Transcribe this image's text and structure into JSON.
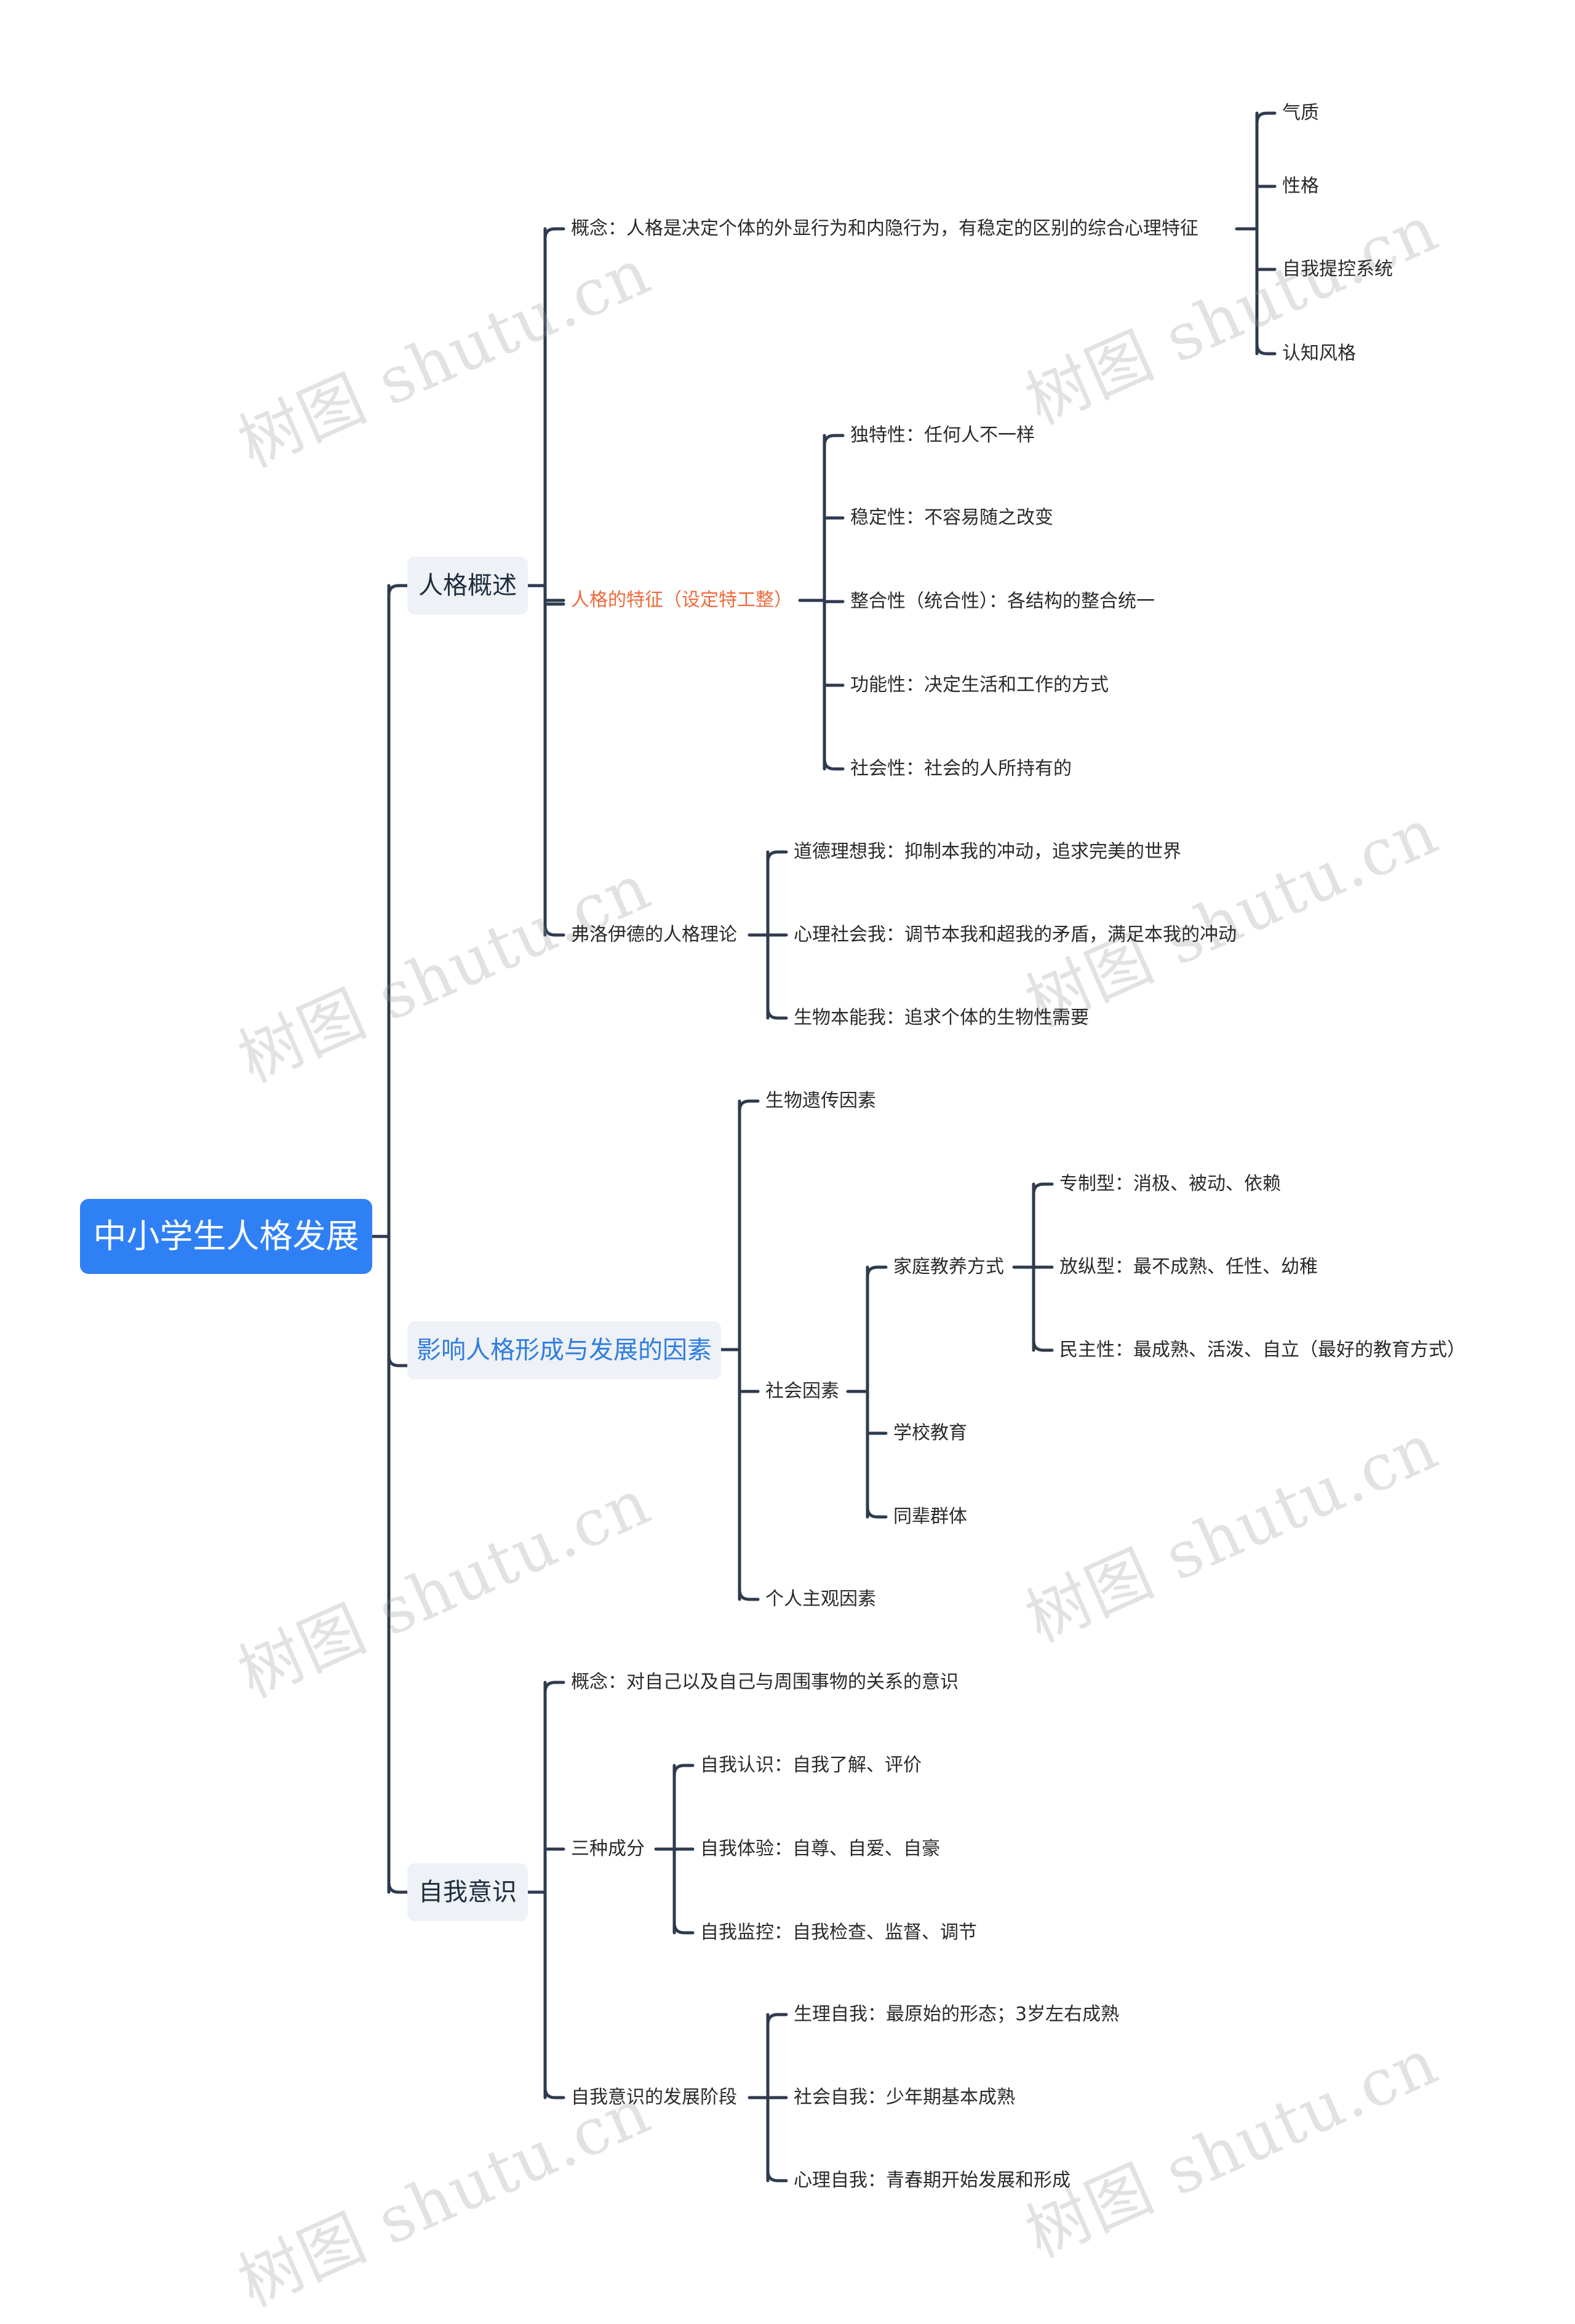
{
  "root": "中小学生人格发展",
  "watermark": "树图 shutu.cn",
  "branches": {
    "b1": "人格概述",
    "b2": "影响人格形成与发展的因素",
    "b3": "自我意识"
  },
  "b1": {
    "concept": "概念：人格是决定个体的外显行为和内隐行为，有稳定的区别的综合心理特征",
    "concept_children": [
      "气质",
      "性格",
      "自我提控系统",
      "认知风格"
    ],
    "traits": "人格的特征（设定特工整）",
    "traits_children": [
      "独特性：任何人不一样",
      "稳定性：不容易随之改变",
      "整合性（统合性）：各结构的整合统一",
      "功能性：决定生活和工作的方式",
      "社会性：社会的人所持有的"
    ],
    "freud": "弗洛伊德的人格理论",
    "freud_children": [
      "道德理想我：抑制本我的冲动，追求完美的世界",
      "心理社会我：调节本我和超我的矛盾，满足本我的冲动",
      "生物本能我：追求个体的生物性需要"
    ]
  },
  "b2": {
    "bio": "生物遗传因素",
    "social": "社会因素",
    "family": "家庭教养方式",
    "family_children": [
      "专制型：消极、被动、依赖",
      "放纵型：最不成熟、任性、幼稚",
      "民主性：最成熟、活泼、自立（最好的教育方式）"
    ],
    "school": "学校教育",
    "peer": "同辈群体",
    "personal": "个人主观因素"
  },
  "b3": {
    "concept": "概念：对自己以及自己与周围事物的关系的意识",
    "components": "三种成分",
    "components_children": [
      "自我认识：自我了解、评价",
      "自我体验：自尊、自爱、自豪",
      "自我监控：自我检查、监督、调节"
    ],
    "stages": "自我意识的发展阶段",
    "stages_children": [
      "生理自我：最原始的形态；3岁左右成熟",
      "社会自我：少年期基本成熟",
      "心理自我：青春期开始发展和形成"
    ]
  }
}
